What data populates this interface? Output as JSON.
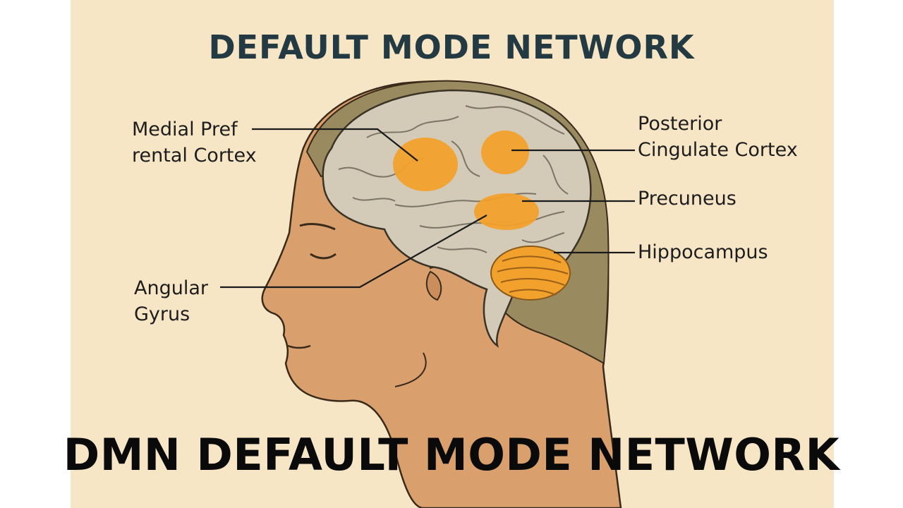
{
  "title": "DEFAULT MODE NETWORK",
  "caption": "DMN DEFAULT MODE NETWORK",
  "labels": {
    "mpfc_line1": "Medial Pref",
    "mpfc_line2": "rental Cortex",
    "pcc_line1": "Posterior",
    "pcc_line2": "Cingulate Cortex",
    "precuneus": "Precuneus",
    "hippocampus": "Hippocampus",
    "angular_line1": "Angular",
    "angular_line2": "Gyrus"
  },
  "colors": {
    "background": "#f6e6c6",
    "skin": "#d9a06e",
    "hair": "#9a8a5f",
    "brain": "#d3cbb8",
    "highlight": "#f2a12c",
    "title": "#243a42",
    "caption": "#0a0a0a"
  }
}
